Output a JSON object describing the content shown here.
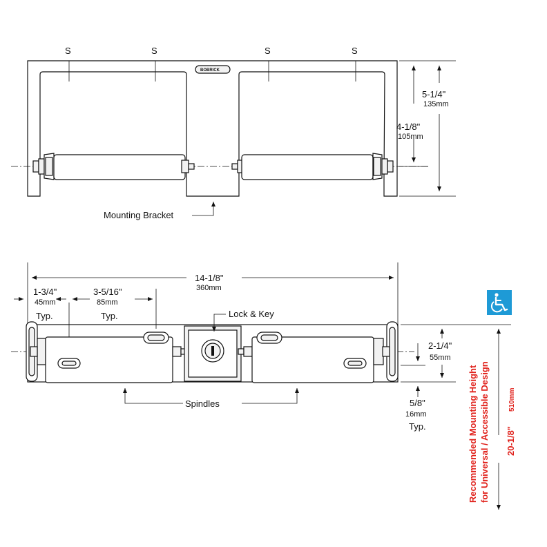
{
  "front_view": {
    "screw_label": "S",
    "logo_text": "BOBRICK",
    "height_overall": {
      "imperial": "5-1/4\"",
      "metric": "135mm"
    },
    "height_center": {
      "imperial": "4-1/8\"",
      "metric": "105mm"
    },
    "mounting_bracket_label": "Mounting Bracket"
  },
  "bottom_view": {
    "overall_width": {
      "imperial": "14-1/8\"",
      "metric": "360mm"
    },
    "edge_offset": {
      "imperial": "1-3/4\"",
      "metric": "45mm",
      "note": "Typ."
    },
    "slot_spacing": {
      "imperial": "3-5/16\"",
      "metric": "85mm",
      "note": "Typ."
    },
    "lock_label": "Lock & Key",
    "depth": {
      "imperial": "2-1/4\"",
      "metric": "55mm"
    },
    "spindle_offset": {
      "imperial": "5/8\"",
      "metric": "16mm",
      "note": "Typ."
    },
    "spindles_label": "Spindles"
  },
  "accessibility": {
    "icon": "wheelchair-icon",
    "icon_color": "#1e9ad6",
    "text_color": "#e0211b",
    "line1": "Recommended Mounting Height",
    "line2": "for Universal / Accessible Design",
    "height_imperial": "20-1/8\"",
    "height_metric": "510mm"
  }
}
